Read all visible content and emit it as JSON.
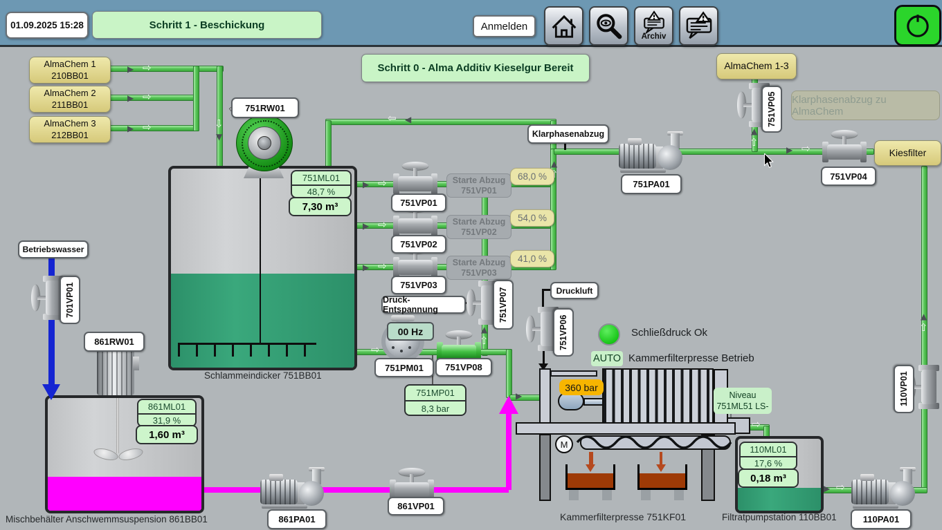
{
  "header": {
    "datetime": "01.09.2025 15:28",
    "step_banner": "Schritt 1 - Beschickung",
    "login": "Anmelden",
    "archiv": "Archiv"
  },
  "icons": {
    "home": "home",
    "search": "lens-eye",
    "archiv_btn": "alarm-archive",
    "alarms_btn": "alarm-messages",
    "system": "power-status"
  },
  "process": {
    "step0_banner": "Schritt 0 - Alma Additiv Kieselgur Bereit",
    "status_light_label": "Schließdruck Ok",
    "mode_badge": "AUTO",
    "mode_label": "Kammerfilterpresse Betrieb"
  },
  "nav_buttons": {
    "almachem1_line1": "AlmaChem 1",
    "almachem1_line2": "210BB01",
    "almachem2_line1": "AlmaChem 2",
    "almachem2_line2": "211BB01",
    "almachem3_line1": "AlmaChem 3",
    "almachem3_line2": "212BB01",
    "almachem13": "AlmaChem 1-3",
    "kiesfilter": "Kiesfilter",
    "klarphase_almachem": "Klarphasenabzug zu AlmaChem"
  },
  "flow_labels": {
    "klarphasenabzug": "Klarphasenabzug",
    "betriebswasser": "Betriebswasser",
    "druckluft": "Druckluft",
    "druck_entspannung": "Druck-Entspannung"
  },
  "thickener": {
    "agitator": "751RW01",
    "level_tag": "751ML01",
    "level_pct": "48,7 %",
    "volume": "7,30 m³",
    "caption": "Schlammeindicker 751BB01"
  },
  "draw_rows": [
    {
      "valve": "751VP01",
      "btn1": "Starte Abzug",
      "btn2": "751VP01",
      "pct": "68,0 %"
    },
    {
      "valve": "751VP02",
      "btn1": "Starte Abzug",
      "btn2": "751VP02",
      "pct": "54,0 %"
    },
    {
      "valve": "751VP03",
      "btn1": "Starte Abzug",
      "btn2": "751VP03",
      "pct": "41,0 %"
    }
  ],
  "clearphase": {
    "pump": "751PA01",
    "vp04": "751VP04",
    "vp05": "751VP05"
  },
  "water": {
    "valve": "701VP01"
  },
  "mixer": {
    "agitator": "861RW01",
    "level_tag": "861ML01",
    "level_pct": "31,9 %",
    "volume": "1,60 m³",
    "caption": "Mischbehälter Anschwemmsuspension 861BB01",
    "pump": "861PA01",
    "valve": "861VP01"
  },
  "feed": {
    "pump": "751PM01",
    "freq": "00 Hz",
    "vp08": "751VP08",
    "vp07": "751VP07",
    "vp06": "751VP06",
    "pressure_tag": "751MP01",
    "pressure_val": "8,3 bar"
  },
  "press": {
    "hydraulic_pressure": "360 bar",
    "motor": "M",
    "caption": "Kammerfilterpresse 751KF01",
    "niveau_line1": "Niveau",
    "niveau_line2": "751ML51 LS-"
  },
  "filtrate": {
    "level_tag": "110ML01",
    "level_pct": "17,6 %",
    "volume": "0,18 m³",
    "caption": "Filtratpumpstation 110BB01",
    "pump": "110PA01",
    "valve": "110VP01"
  },
  "colors": {
    "pipe_green": "#54c254",
    "suspension_magenta": "#ff00ff",
    "water_blue": "#1525d2",
    "status_green": "#24d424",
    "value_green_bg": "#cdf5cb",
    "setpoint_yellow_bg": "#eae5a9",
    "pressure_orange": "#f7b500"
  }
}
